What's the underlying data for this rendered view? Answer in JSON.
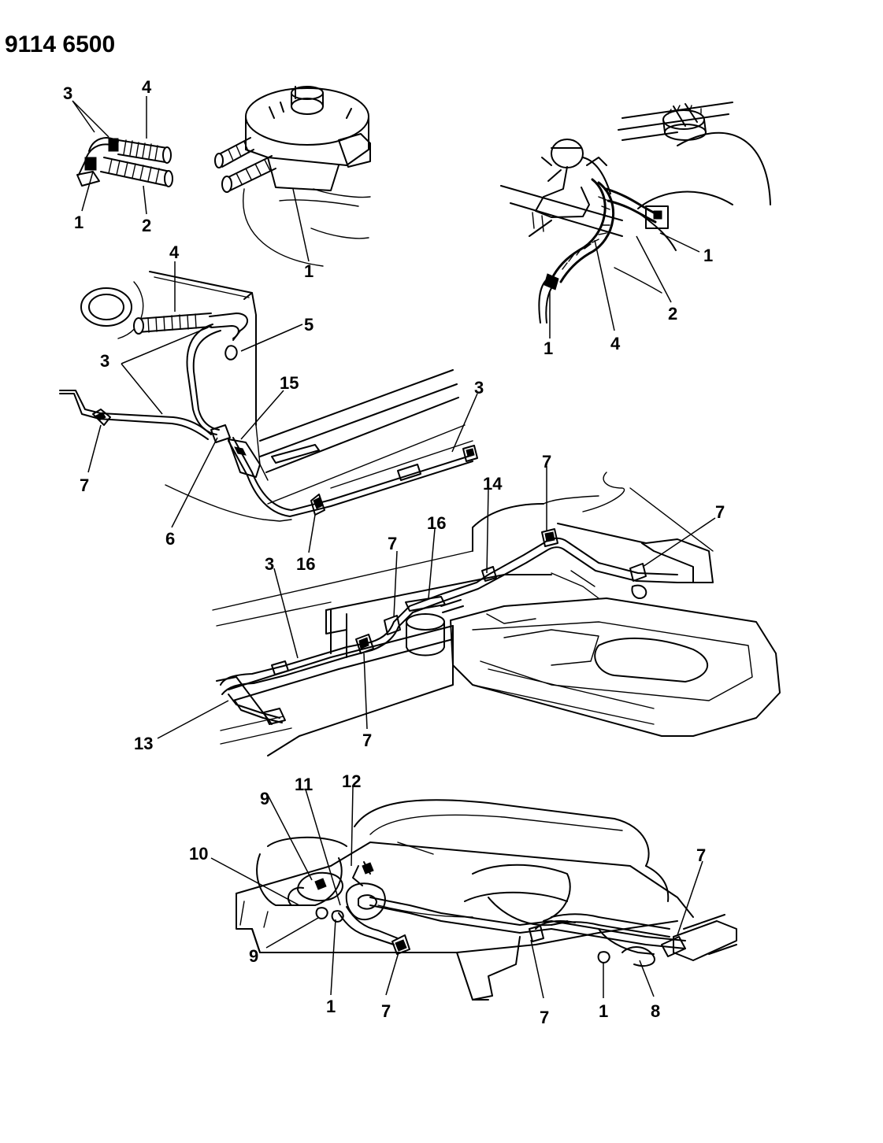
{
  "title": "9114 6500",
  "callouts": {
    "c1": "3",
    "c2": "4",
    "c3": "1",
    "c4": "2",
    "c5": "1",
    "c6": "1",
    "c7": "2",
    "c8": "1",
    "c9": "4",
    "c10": "4",
    "c11": "5",
    "c12": "3",
    "c13": "15",
    "c14": "3",
    "c15": "7",
    "c16": "6",
    "c17": "16",
    "c18": "7",
    "c19": "14",
    "c20": "7",
    "c21": "16",
    "c22": "7",
    "c23": "3",
    "c24": "13",
    "c25": "7",
    "c26": "9",
    "c27": "11",
    "c28": "12",
    "c29": "10",
    "c30": "7",
    "c31": "9",
    "c32": "1",
    "c33": "7",
    "c34": "7",
    "c35": "1",
    "c36": "8"
  }
}
